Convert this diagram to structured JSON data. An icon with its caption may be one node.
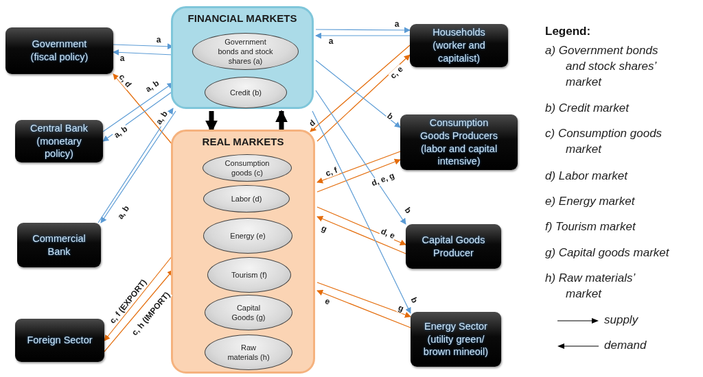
{
  "diagram": {
    "nodes": [
      {
        "text": [
          "FINANCIAL MARKETS"
        ]
      },
      {
        "text": [
          "Government bonds and stock shares (a)"
        ],
        "in": 0
      },
      {
        "text": [
          "Credit (b)"
        ],
        "in": 0
      },
      {
        "text": [
          "REAL MARKETS"
        ]
      },
      {
        "text": [
          "Consumption goods (c)"
        ],
        "in": 3
      },
      {
        "text": [
          "Labor (d)"
        ],
        "in": 3
      },
      {
        "text": [
          "Energy (e)"
        ],
        "in": 3
      },
      {
        "text": [
          "Tourism (f)"
        ],
        "in": 3
      },
      {
        "text": [
          "Capital Goods (g)"
        ],
        "in": 3
      },
      {
        "text": [
          "Raw materials (h)"
        ],
        "in": 3
      },
      {
        "text": [
          "Government (fiscal policy)"
        ]
      },
      {
        "text": [
          "Central Bank (monetary policy)"
        ]
      },
      {
        "text": [
          "Commercial Bank"
        ]
      },
      {
        "text": [
          "Foreign Sector"
        ]
      },
      {
        "text": [
          "Households (worker and capitalist)"
        ]
      },
      {
        "text": [
          "Consumption Goods Producers (labor and capital intensive)"
        ]
      },
      {
        "text": [
          "Capital Goods Producer"
        ]
      },
      {
        "text": [
          "Energy Sector (utility green/ brown mineoil)"
        ]
      }
    ],
    "edges": [
      {
        "from": 10,
        "to": 0,
        "arrow": "to",
        "label": "a"
      },
      {
        "from": 0,
        "to": 10,
        "arrow": "to",
        "label": "a"
      },
      {
        "from": 3,
        "to": 10,
        "arrow": "to",
        "label": "c, d",
        "color": "#e46c0a"
      },
      {
        "from": 11,
        "to": 0,
        "arrow": "to",
        "label": "a, b"
      },
      {
        "from": 0,
        "to": 11,
        "arrow": "to",
        "label": "a, b"
      },
      {
        "from": 12,
        "to": 0,
        "arrow": "to",
        "label": "a, b"
      },
      {
        "from": 0,
        "to": 12,
        "arrow": "to",
        "label": "a, b"
      },
      {
        "from": 0,
        "to": 3,
        "arrow": "to",
        "style": "thick",
        "color": "#000000"
      },
      {
        "from": 3,
        "to": 0,
        "arrow": "to",
        "style": "thick",
        "color": "#000000"
      },
      {
        "from": 0,
        "to": 14,
        "arrow": "to",
        "label": "a"
      },
      {
        "from": 14,
        "to": 0,
        "arrow": "to",
        "label": "a"
      },
      {
        "from": 14,
        "to": 3,
        "arrow": "to",
        "label": "d",
        "color": "#e46c0a"
      },
      {
        "from": 3,
        "to": 14,
        "arrow": "to",
        "label": "c, e",
        "color": "#e46c0a"
      },
      {
        "from": 0,
        "to": 15,
        "arrow": "to",
        "label": "b"
      },
      {
        "from": 15,
        "to": 3,
        "arrow": "to",
        "label": "c, f",
        "color": "#e46c0a"
      },
      {
        "from": 3,
        "to": 15,
        "arrow": "to",
        "label": "d, e, g",
        "color": "#e46c0a"
      },
      {
        "from": 0,
        "to": 16,
        "arrow": "to",
        "label": "b"
      },
      {
        "from": 3,
        "to": 16,
        "arrow": "to",
        "label": "d, e",
        "color": "#e46c0a"
      },
      {
        "from": 16,
        "to": 3,
        "arrow": "to",
        "label": "g",
        "color": "#e46c0a"
      },
      {
        "from": 0,
        "to": 17,
        "arrow": "to",
        "label": "b"
      },
      {
        "from": 3,
        "to": 17,
        "arrow": "to",
        "label": "g",
        "color": "#e46c0a"
      },
      {
        "from": 17,
        "to": 3,
        "arrow": "to",
        "label": "e",
        "color": "#e46c0a"
      },
      {
        "from": 3,
        "to": 13,
        "arrow": "to",
        "label": "c, f (EXPORT)",
        "color": "#e46c0a"
      },
      {
        "from": 13,
        "to": 3,
        "arrow": "to",
        "label": "c, h (IMPORT)",
        "color": "#e46c0a"
      }
    ],
    "labels": [
      "Legend:",
      "a) Government bonds and stock shares’ market",
      "b) Credit market",
      "c) Consumption goods market",
      "d) Labor market",
      "e) Energy market",
      "f) Tourism market",
      "g) Capital goods market",
      "h) Raw materials’ market"
    ],
    "legend": [
      {
        "text": "supply"
      },
      {
        "text": "demand"
      }
    ]
  }
}
